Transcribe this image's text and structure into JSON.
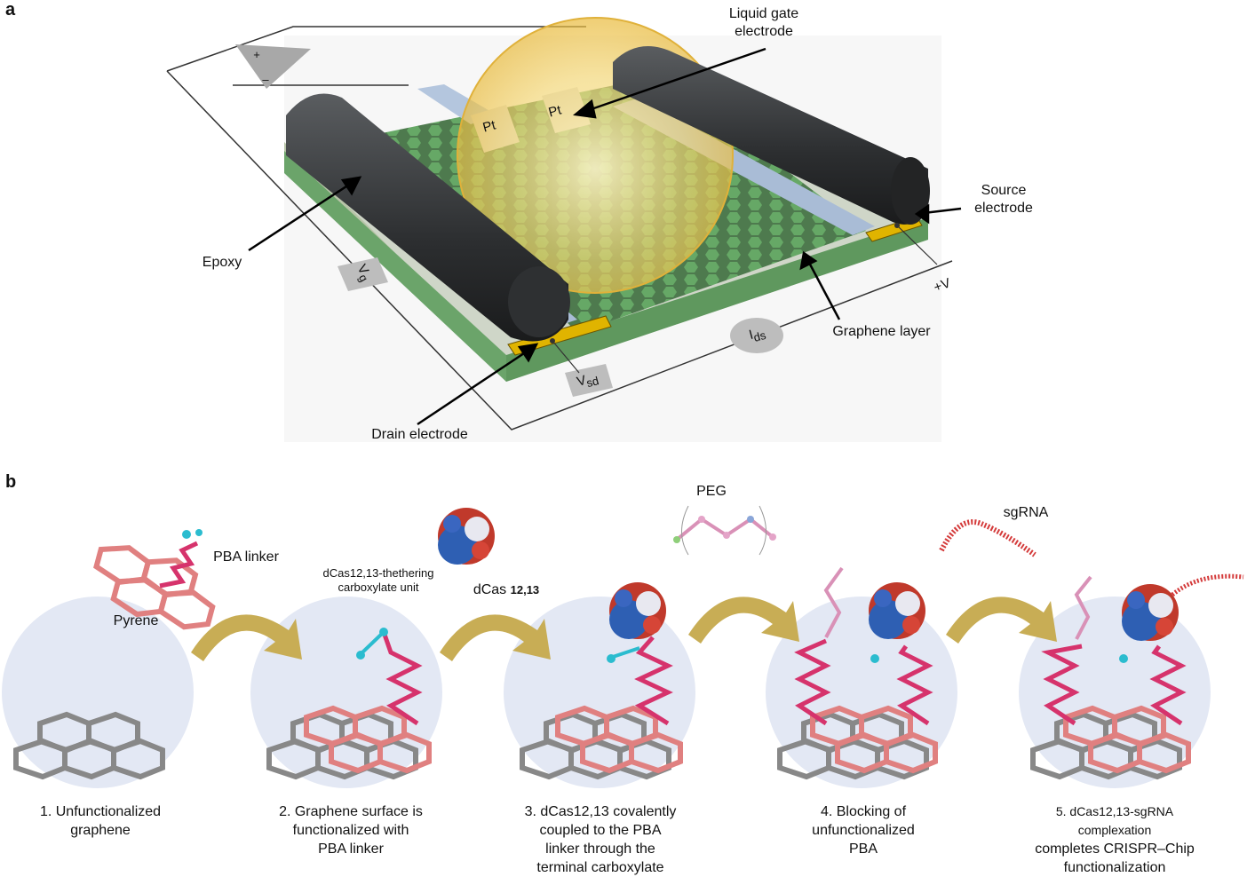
{
  "panel_a": {
    "letter": "a",
    "liquid_gate": [
      "Liquid gate",
      "electrode"
    ],
    "source": [
      "Source",
      "electrode"
    ],
    "epoxy": "Epoxy",
    "graphene_layer": "Graphene layer",
    "drain": "Drain electrode",
    "pt1": "Pt",
    "pt2": "Pt",
    "vg": "V",
    "vg_sub": "g",
    "vsd": "V",
    "vsd_sub": "sd",
    "ids": "I",
    "ids_sub": "ds",
    "plus_v": "+V",
    "amp_plus": "+",
    "amp_minus": "–"
  },
  "panel_b": {
    "letter": "b",
    "pyrene": "Pyrene",
    "pba_linker": "PBA linker",
    "tethering": [
      "dCas12,13-thethering",
      "carboxylate unit"
    ],
    "dcas": "dCas",
    "dcas_sub": "12,13",
    "peg": "PEG",
    "sgrna": "sgRNA",
    "steps": [
      [
        "1. Unfunctionalized",
        "graphene"
      ],
      [
        "2. Graphene surface is",
        "functionalized with",
        "PBA linker"
      ],
      [
        "3. dCas12,13 covalently",
        "coupled to the PBA",
        "linker through the",
        "terminal carboxylate"
      ],
      [
        "4. Blocking of",
        "unfunctionalized",
        "PBA"
      ],
      [
        "5. dCas12,13-sgRNA",
        "complexation",
        "completes CRISPR–Chip",
        "functionalization"
      ]
    ]
  },
  "colors": {
    "graphene": "#5fa35f",
    "epoxy": "#2f3133",
    "electrode": "#e0b400",
    "droplet": "#f5d46a",
    "linker": "#d6336c",
    "pyrene": "#e08080",
    "arrow": "#c8ad55",
    "circle": "#e3e8f4"
  }
}
